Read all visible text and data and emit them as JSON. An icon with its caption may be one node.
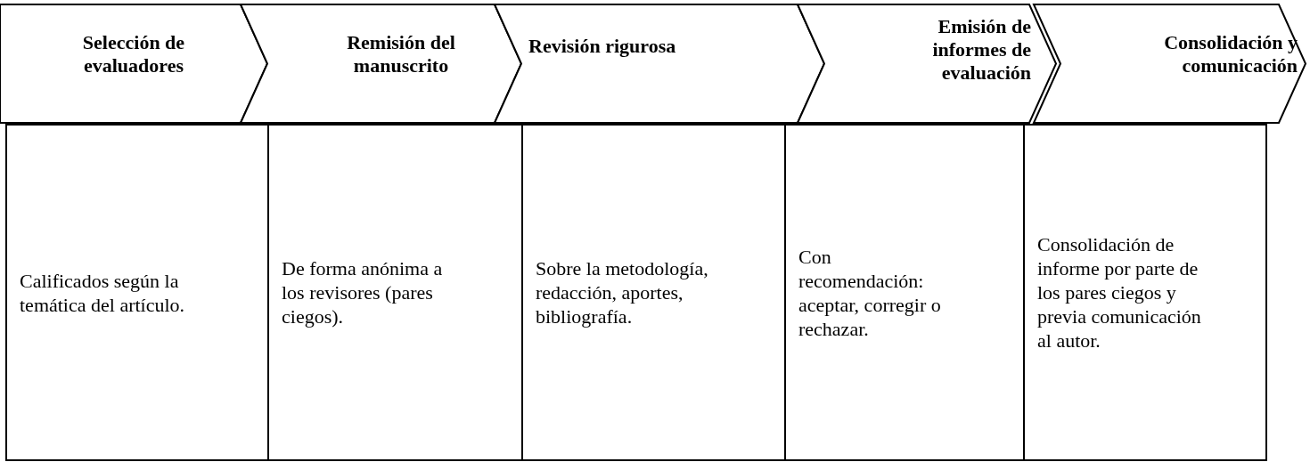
{
  "diagram": {
    "nodes": [
      {
        "text": [
          "Selección de evaluadores"
        ]
      },
      {
        "text": [
          "Remisión del manuscrito"
        ]
      },
      {
        "text": [
          "Revisión rigurosa"
        ]
      },
      {
        "text": [
          "Emisión de informes de evaluación"
        ]
      },
      {
        "text": [
          "Consolidación y comunicación"
        ]
      },
      {
        "text": [
          "Calificados según la temática del artículo."
        ]
      },
      {
        "text": [
          "De forma anónima a los revisores (pares ciegos)."
        ]
      },
      {
        "text": [
          "Sobre la metodología, redacción, aportes, bibliografía."
        ]
      },
      {
        "text": [
          "Con recomendación: aceptar, corregir o rechazar."
        ]
      },
      {
        "text": [
          "Consolidación de informe por parte de los pares ciegos y previa comunicación al autor."
        ]
      }
    ]
  }
}
